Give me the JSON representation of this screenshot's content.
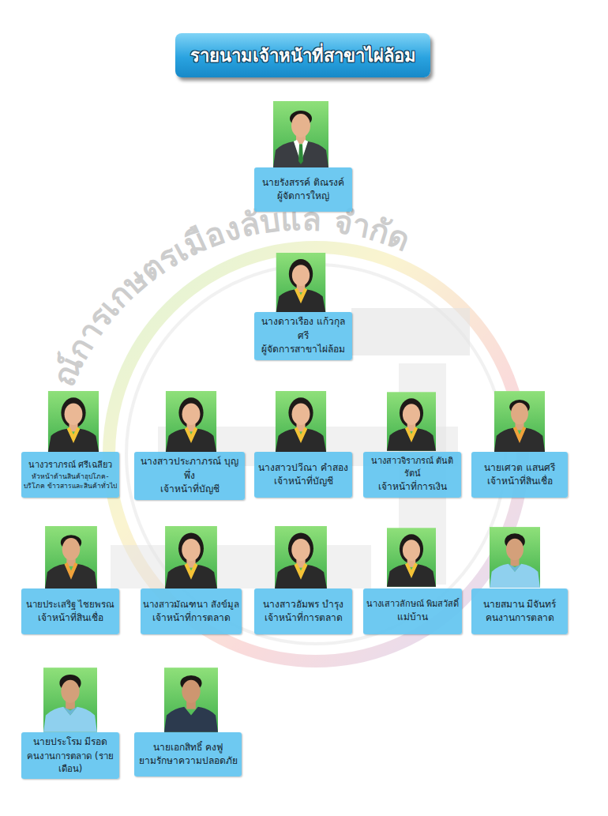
{
  "diagram": {
    "title": "รายนามเจ้าหน้าที่สาขาไผ่ล้อม",
    "nodes": [
      {
        "text": [
          "นายรังสรรค์ ติณรงค์",
          "ผู้จัดการใหญ่"
        ]
      },
      {
        "text": [
          "นางดาวเรือง แก้วกุลศรี",
          "ผู้จัดการสาขาไผ่ล้อม"
        ]
      },
      {
        "text": [
          "นางวราภรณ์ ศรีเฉลียว",
          "หัวหน้าด้านสินค้าอุปโภค-บริโภค ข้าวสารและสินค้าทั่วไป"
        ]
      },
      {
        "text": [
          "นางสาวประภาภรณ์ บุญพึ่ง",
          "เจ้าหน้าที่บัญชี"
        ]
      },
      {
        "text": [
          "นางสาวปวีณา คำสอง",
          "เจ้าหน้าที่บัญชี"
        ]
      },
      {
        "text": [
          "นางสาวจิราภรณ์ ตันติรัตน์",
          "เจ้าหน้าที่การเงิน"
        ]
      },
      {
        "text": [
          "นายเศวต แสนศรี",
          "เจ้าหน้าที่สินเชื่อ"
        ]
      },
      {
        "text": [
          "นายประเสริฐ ไชยพรณ",
          "เจ้าหน้าที่สินเชื่อ"
        ]
      },
      {
        "text": [
          "นางสาวมัณฑนา สังข์มูล",
          "เจ้าหน้าที่การตลาด"
        ]
      },
      {
        "text": [
          "นางสาวอัมพร บำรุง",
          "เจ้าหน้าที่การตลาด"
        ]
      },
      {
        "text": [
          "นางเสาวลักษณ์ พิมสวัสดิ์",
          "แม่บ้าน"
        ]
      },
      {
        "text": [
          "นายสมาน มีจันทร์",
          "คนงานการตลาด"
        ]
      },
      {
        "text": [
          "นายประโรม มีรอด",
          "คนงานการตลาด (รายเดือน)"
        ]
      },
      {
        "text": [
          "นายเอกสิทธิ์ คงฟู",
          "ยามรักษาความปลอดภัย"
        ]
      }
    ],
    "labels": [
      "ณ์การเกษตรเมืองลับแล จำกัด"
    ]
  }
}
